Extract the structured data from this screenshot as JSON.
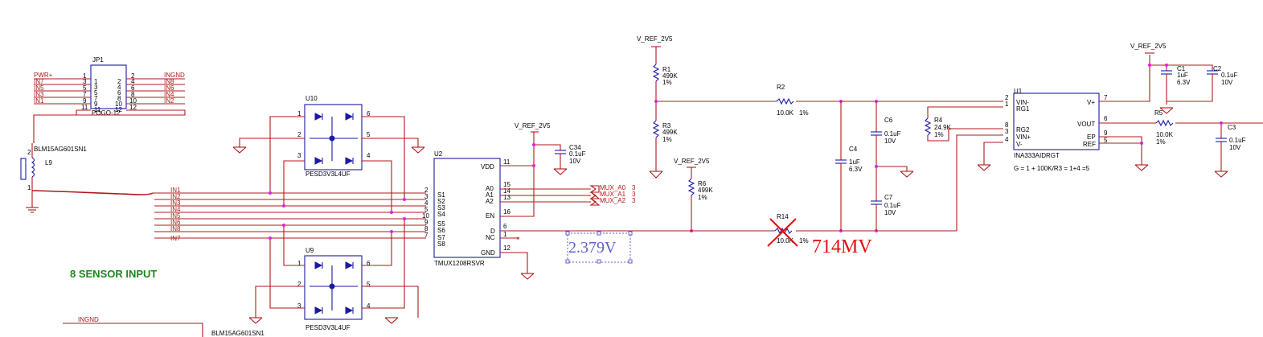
{
  "labels": {
    "sensor_title": "8 SENSOR INPUT",
    "jp1": "JP1",
    "pogo": "POGO-12",
    "blm_top": "BLM15AG601SN1",
    "blm_bot": "BLM15AG601SN1",
    "l9": "L9",
    "u10": "U10",
    "u9": "U9",
    "pesd_top": "PESD3V3L4UF",
    "pesd_bot": "PESD3V3L4UF",
    "u2": "U2",
    "tmux": "TMUX1208RSVR",
    "vref_c34": "V_REF_2V5",
    "vref_r1": "V_REF_2V5",
    "vref_r6": "V_REF_2V5",
    "vref_c1": "V_REF_2V5",
    "c34": "C34",
    "c34_val": "0.1uF",
    "c34_v": "10V",
    "r1": "R1",
    "r1_val": "499K",
    "r1_tol": "1%",
    "r3": "R3",
    "r3_val": "499K",
    "r3_tol": "1%",
    "r6": "R6",
    "r6_val": "499K",
    "r6_tol": "1%",
    "r2": "R2",
    "r2_val": "10.0K",
    "r2_tol": "1%",
    "r14": "R14",
    "r14_val": "10.0K",
    "r14_tol": "1%",
    "c4": "C4",
    "c4_val": "1uF",
    "c4_v": "6.3V",
    "c6": "C6",
    "c6_val": "0.1uF",
    "c6_v": "10V",
    "c7": "C7",
    "c7_val": "0.1uF",
    "c7_v": "10V",
    "r4": "R4",
    "r4_val": "24.9K",
    "r4_tol": "1%",
    "u1": "U1",
    "ina": "INA333AIDRGT",
    "gain_eq": "G = 1 + 100K/R3 = 1+4 =5",
    "c1": "C1",
    "c1_val": "1uF",
    "c1_v": "6.3V",
    "c2": "C2",
    "c2_val": "0.1uF",
    "c2_v": "10V",
    "r5": "R5",
    "r5_val": "10.0K",
    "r5_tol": "1%",
    "c3": "C3",
    "c3_val": "0.1uF",
    "c3_v": "10V",
    "annot_voltage": "2.379V",
    "annot_mv": "714MV",
    "mux_a0": "MUX_A0",
    "mux_a1": "MUX_A1",
    "mux_a2": "MUX_A2",
    "sheet_3a": "3",
    "sheet_3b": "3",
    "sheet_3c": "3",
    "ingnd_top": "INGND",
    "ingnd_bot": "INGND"
  },
  "jp1_left_nets": [
    "PWR+",
    "IN7",
    "IN5",
    "IN3",
    "IN1"
  ],
  "jp1_right_nets": [
    "INGND",
    "IN8",
    "IN6",
    "IN4",
    "IN2"
  ],
  "jp1_left_pins": [
    "1",
    "3",
    "5",
    "7",
    "9",
    "11"
  ],
  "jp1_right_pins": [
    "2",
    "4",
    "6",
    "8",
    "10",
    "12"
  ],
  "mux_in_nets": [
    "IN1",
    "IN2",
    "IN3",
    "IN4",
    "IN5",
    "IN6",
    "IN8",
    "IN7"
  ],
  "mux_in_pins": [
    "2",
    "3",
    "4",
    "5",
    "10",
    "9",
    "8",
    "7"
  ],
  "mux_s_pins": [
    "S1",
    "S2",
    "S3",
    "S4",
    "S5",
    "S6",
    "S7",
    "S8"
  ],
  "mux_right_pins": [
    "VDD",
    "A0",
    "A1",
    "A2",
    "EN",
    "D",
    "NC",
    "GND"
  ],
  "mux_right_nums": [
    "11",
    "15",
    "14",
    "13",
    "16",
    "6",
    "1",
    "12"
  ],
  "pesd_pins_top": [
    "1",
    "2",
    "3",
    "6",
    "5",
    "4"
  ],
  "pesd_pins_bot": [
    "1",
    "2",
    "3",
    "6",
    "5",
    "4"
  ],
  "ina_left_pins": [
    "VIN-",
    "RG1",
    "RG2",
    "VIN+",
    "V-"
  ],
  "ina_left_nums": [
    "2",
    "1",
    "8",
    "3",
    "4"
  ],
  "ina_right_pins": [
    "V+",
    "VOUT",
    "EP",
    "REF"
  ],
  "ina_right_nums": [
    "7",
    "6",
    "9",
    "5"
  ],
  "colors": {
    "wire": "#b01818",
    "component": "#1a1aa6",
    "junction": "#e020e0",
    "annotation": "#e01010",
    "title": "#1a8a1a"
  }
}
